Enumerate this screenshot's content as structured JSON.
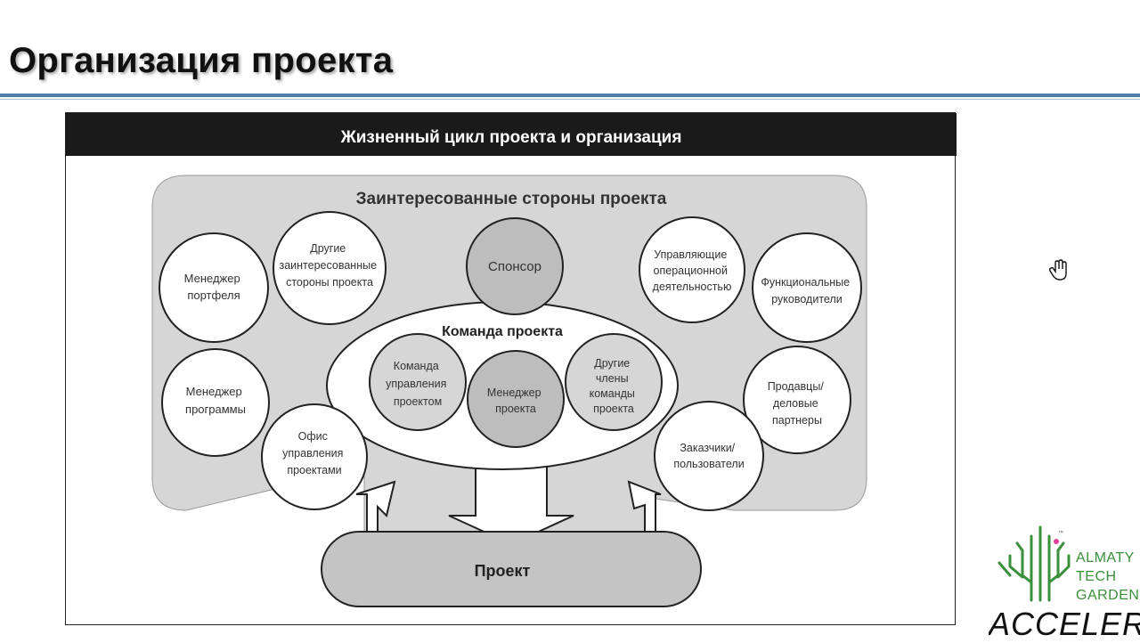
{
  "slide": {
    "title": "Организация проекта"
  },
  "diagram": {
    "header": "Жизненный цикл проекта и организация",
    "stakeholders_title": "Заинтересованные стороны проекта",
    "circles": {
      "portfolio_manager": [
        "Менеджер",
        "портфеля"
      ],
      "other_stakeholders": [
        "Другие",
        "заинтересованные",
        "стороны проекта"
      ],
      "sponsor": [
        "Спонсор"
      ],
      "operations_managers": [
        "Управляющие",
        "операционной",
        "деятельностью"
      ],
      "functional_managers": [
        "Функциональные",
        "руководители"
      ],
      "program_manager": [
        "Менеджер",
        "программы"
      ],
      "pmo": [
        "Офис",
        "управления",
        "проектами"
      ],
      "pm_team": [
        "Команда",
        "управления",
        "проектом"
      ],
      "project_manager": [
        "Менеджер",
        "проекта"
      ],
      "other_team_members": [
        "Другие",
        "члены",
        "команды",
        "проекта"
      ],
      "sellers": [
        "Продавцы/",
        "деловые",
        "партнеры"
      ],
      "customers": [
        "Заказчики/",
        "пользователи"
      ]
    },
    "team_title": "Команда проекта",
    "project_label": "Проект"
  },
  "logo": {
    "tm": "™",
    "lines": [
      "ALMATY",
      "TECH",
      "GARDEN"
    ],
    "accelerator": "ACCELERATOR"
  },
  "colors": {
    "title_rule": "#4f7fa8",
    "logo_green": "#3a8f3a",
    "panel_gray": "#d6d6d6",
    "sponsor_gray": "#bdbdbd",
    "header_bg": "#1a1a1a"
  },
  "icons": {
    "cursor": "hand-cursor-icon"
  }
}
